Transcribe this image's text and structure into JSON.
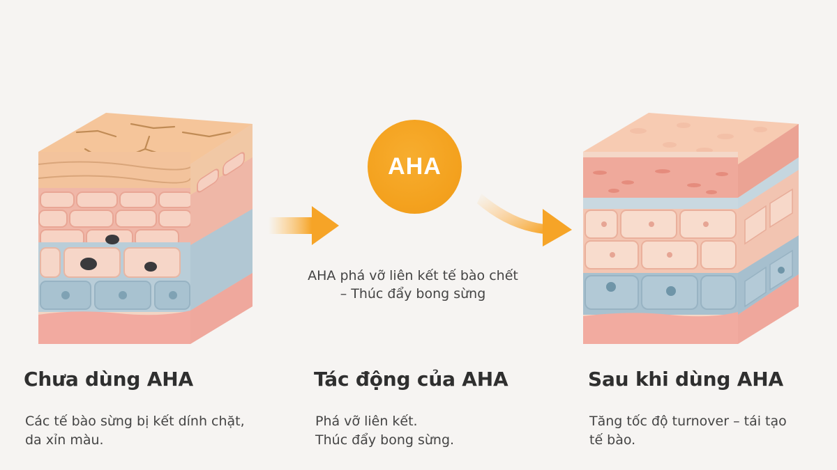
{
  "colors": {
    "background": "#f6f4f2",
    "accent_orange": "#f4a21f",
    "title_text": "#2f2f2f",
    "body_text": "#444444"
  },
  "badge": {
    "label": "AHA"
  },
  "middle_caption": {
    "line1": "AHA phá vỡ liên kết tế bào chết",
    "line2": "– Thúc đẩy bong sừng"
  },
  "columns": [
    {
      "title": "Chưa dùng AHA",
      "desc_line1": "Các tế bào sừng bị kết dính chặt,",
      "desc_line2": "da xỉn màu."
    },
    {
      "title": "Tác động của AHA",
      "desc_line1": "Phá vỡ liên kết.",
      "desc_line2": "Thúc đẩy bong sừng."
    },
    {
      "title": "Sau khi dùng AHA",
      "desc_line1": "Tăng tốc độ turnover – tái tạo",
      "desc_line2": "tế bào."
    }
  ],
  "icons": [
    "skin-cube-before-icon",
    "arrow-right-icon",
    "curved-arrow-icon",
    "skin-cube-after-icon"
  ]
}
